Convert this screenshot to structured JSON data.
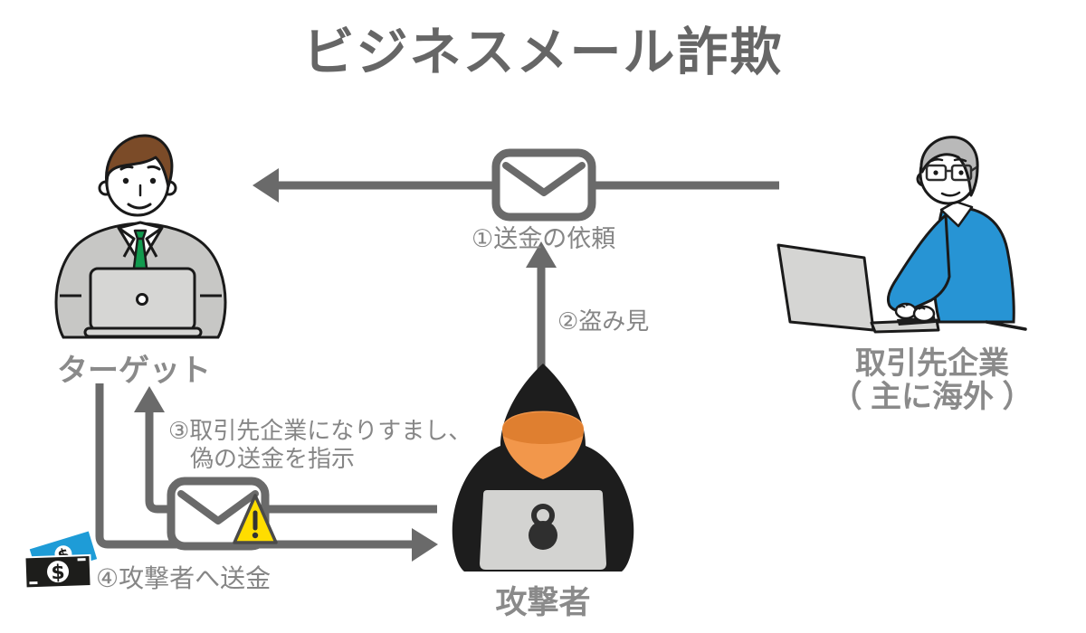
{
  "title": "ビジネスメール詐欺",
  "actors": {
    "target": {
      "label": "ターゲット"
    },
    "partner": {
      "label_line1": "取引先企業",
      "label_line2": "（ 主に海外 ）"
    },
    "attacker": {
      "label": "攻撃者"
    }
  },
  "steps": {
    "step1": {
      "label": "①送金の依頼"
    },
    "step2": {
      "label": "②盗み見"
    },
    "step3": {
      "label_line1": "③取引先企業になりすまし、",
      "label_line2": "偽の送金を指示"
    },
    "step4": {
      "label": "④攻撃者へ送金"
    }
  },
  "icons": {
    "money": {
      "symbol": "$"
    },
    "names": [
      "mail-icon",
      "mail-warning-icon",
      "warning-triangle-icon",
      "padlock-icon",
      "money-icon",
      "laptop-icon"
    ]
  },
  "colors": {
    "arrow_gray": "#6a6a6a",
    "title_gray": "#666666",
    "label_gray": "#8a8a8a",
    "sweater_blue": "#2794d4",
    "tie_green": "#119a4e",
    "hoodie_black": "#1d1d1d",
    "face_orange": "#f2974b",
    "warning_yellow": "#ffdd00",
    "money_blue": "#1e9cd7"
  }
}
